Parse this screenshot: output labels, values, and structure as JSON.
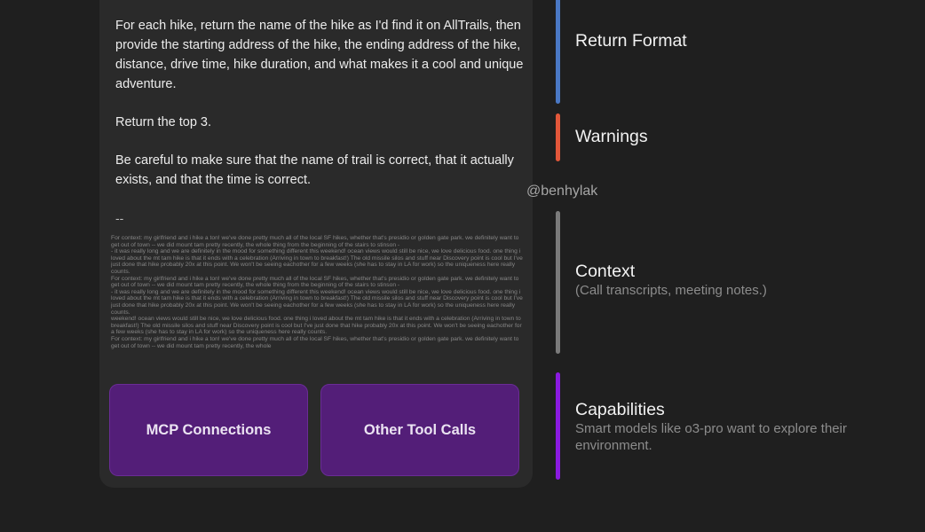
{
  "prompt": {
    "paragraph_1": "For each hike, return the name of the hike as I'd find it on AllTrails, then provide the starting address of the hike, the ending address of the hike, distance, drive time, hike duration, and what makes it a cool and unique adventure.",
    "paragraph_2": "Return the top 3.",
    "paragraph_3": "Be careful to make sure that the name of trail is correct, that it actually exists, and that the time is correct.",
    "separator": "--",
    "context_dump": "For context: my girlfriend and i hike a ton! we've done pretty much all of the local SF hikes, whether that's presidio or golden gate park. we definitely want to get out of town -- we did mount tam pretty recently, the whole thing from the beginning of the stairs to stinson -\n- it was really long and we are definitely in the mood for something different this weekend! ocean views would still be nice, we love delicious food. one thing i loved about the mt tam hike is that it ends with a celebration (Arriving in town to breakfast!) The old missile silos and stuff near Discovery point is cool but I've just done that hike probably 20x at this point. We won't be seeing eachother for a few weeks (she has to stay in LA for work) so the uniqueness here really counts.\nFor context: my girlfriend and i hike a ton! we've done pretty much all of the local SF hikes, whether that's presidio or golden gate park. we definitely want to get out of town -- we did mount tam pretty recently, the whole thing from the beginning of the stairs to stinson -\n- it was really long and we are definitely in the mood for something different this weekend! ocean views would still be nice, we love delicious food. one thing i loved about the mt tam hike is that it ends with a celebration (Arriving in town to breakfast!) The old missile silos and stuff near Discovery point is cool but I've just done that hike probably 20x at this point. We won't be seeing eachother for a few weeks (she has to stay in LA for work) so the uniqueness here really counts.\nweekend! ocean views would still be nice, we love delicious food. one thing i loved about the mt tam hike is that it ends with a celebration (Arriving in town to breakfast!) The old missile silos and stuff near Discovery point is cool but I've just done that hike probably 20x at this point. We won't be seeing eachother for a few weeks (she has to stay in LA for work) so the uniqueness here really counts.\nFor context: my girlfriend and i hike a ton! we've done pretty much all of the local SF hikes, whether that's presidio or golden gate park. we definitely want to get out of town -- we did mount tam pretty recently, the whole"
  },
  "tools": {
    "mcp_label": "MCP Connections",
    "other_label": "Other Tool Calls"
  },
  "sections": {
    "return_format": "Return Format",
    "warnings": "Warnings",
    "context_title": "Context",
    "context_sub": "(Call transcripts, meeting notes.)",
    "capabilities_title": "Capabilities",
    "capabilities_sub": "Smart models like o3-pro want to explore their environment."
  },
  "handle": "@benhylak",
  "colors": {
    "return_format": "#4a78c4",
    "warnings": "#e2573a",
    "context": "#7a7a7a",
    "capabilities": "#8a1ae0",
    "tool_button": "#531e78"
  }
}
